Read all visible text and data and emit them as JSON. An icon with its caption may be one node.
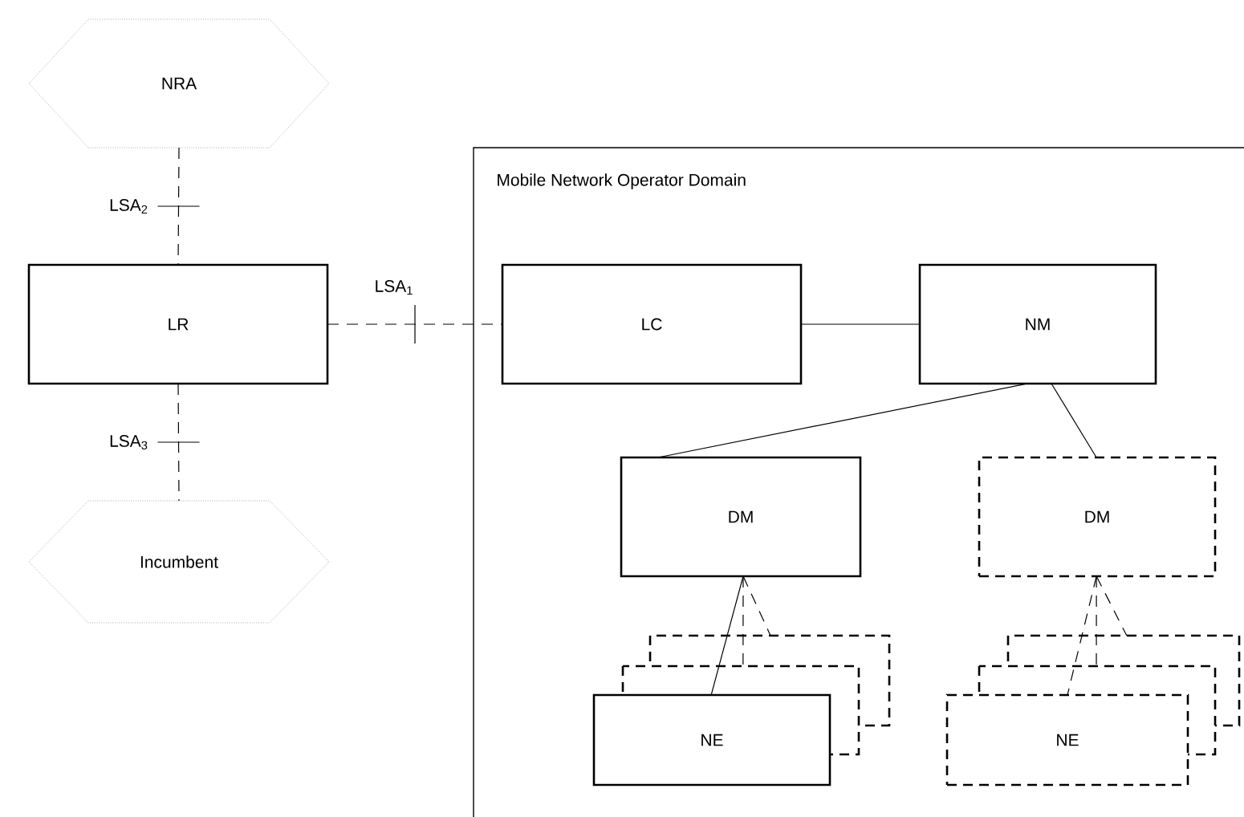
{
  "diagram": {
    "nodes": [
      {
        "text": [
          "NRA"
        ]
      },
      {
        "text": [
          "LR"
        ]
      },
      {
        "text": [
          "Incumbent"
        ]
      },
      {
        "text": [
          "Mobile Network Operator Domain"
        ]
      },
      {
        "text": [
          "LC"
        ],
        "in": 3
      },
      {
        "text": [
          "NM"
        ],
        "in": 3
      },
      {
        "text": [
          "DM"
        ],
        "in": 3
      },
      {
        "text": [
          "DM"
        ],
        "in": 3
      },
      {
        "text": [
          "NE"
        ],
        "in": 3
      },
      {
        "text": [
          "NE"
        ],
        "in": 3
      }
    ],
    "edges": [
      {
        "from": 0,
        "to": 1,
        "arrow": "none",
        "style": "dashed",
        "label": "LSA$_{2}$"
      },
      {
        "from": 1,
        "to": 4,
        "arrow": "none",
        "style": "dashed",
        "label": "LSA$_{1}$"
      },
      {
        "from": 1,
        "to": 2,
        "arrow": "none",
        "style": "dashed",
        "label": "LSA$_{3}$"
      },
      {
        "from": 4,
        "to": 5,
        "arrow": "none"
      },
      {
        "from": 5,
        "to": 6,
        "arrow": "none"
      },
      {
        "from": 5,
        "to": 7,
        "arrow": "none"
      },
      {
        "from": 6,
        "to": 8,
        "arrow": "none"
      },
      {
        "from": 6,
        "to": 8,
        "arrow": "none",
        "style": "dashed"
      },
      {
        "from": 6,
        "to": 8,
        "arrow": "none",
        "style": "dashed"
      },
      {
        "from": 7,
        "to": 9,
        "arrow": "none",
        "style": "dashed"
      },
      {
        "from": 7,
        "to": 9,
        "arrow": "none",
        "style": "dashed"
      },
      {
        "from": 7,
        "to": 9,
        "arrow": "none",
        "style": "dashed"
      }
    ]
  }
}
